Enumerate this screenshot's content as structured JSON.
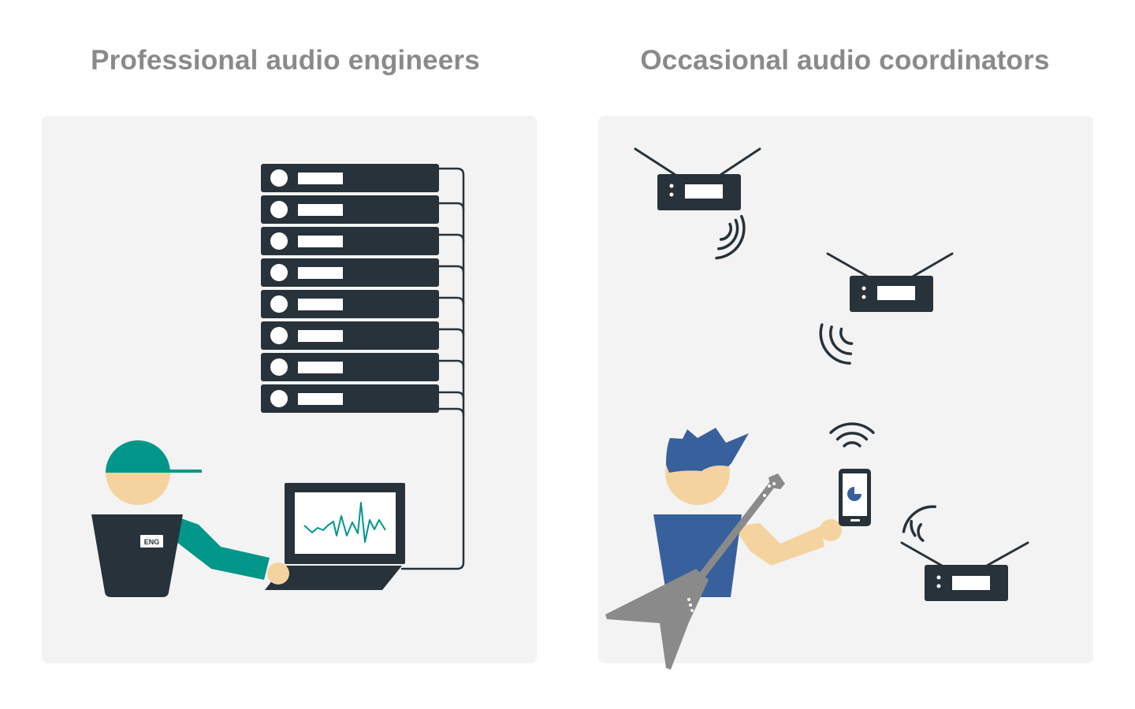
{
  "headings": {
    "left": "Professional audio engineers",
    "right": "Occasional audio coordinators"
  },
  "engineer": {
    "badge": "ENG"
  },
  "colors": {
    "dark": "#27323a",
    "teal": "#00978a",
    "skin": "#f5d39f",
    "blue": "#37609c",
    "guitar": "#8a8a8a",
    "panel": "#f3f3f3",
    "heading": "#8a8a8a"
  },
  "icons": [
    "rack-unit-icon",
    "laptop-icon",
    "waveform-icon",
    "cap-icon",
    "wireless-receiver-icon",
    "wifi-signal-icon",
    "smartphone-icon",
    "guitar-icon"
  ]
}
